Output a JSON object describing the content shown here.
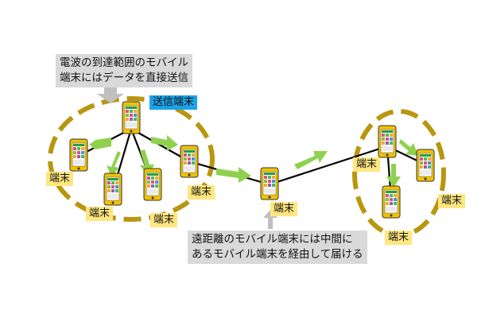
{
  "callouts": {
    "top": [
      "電波の到達範囲のモバイル",
      "端末にはデータを直接送信"
    ],
    "bottom": [
      "遠距離のモバイル端末には中間に",
      "あるモバイル端末を経由して届ける"
    ]
  },
  "labels": {
    "sender": "送信端末",
    "device": "端末"
  },
  "colors": {
    "range_circle": "#b8960f",
    "arrow": "#8fd14f",
    "link_line": "#000000",
    "label_bg": "#ffe680",
    "sender_bg": "#1aa3e6",
    "callout_bg": "#d9d9d9",
    "phone_body": "#f2c200"
  },
  "icons": [
    "smartphone-icon",
    "green-arrow-icon",
    "gray-callout-arrow-icon"
  ]
}
